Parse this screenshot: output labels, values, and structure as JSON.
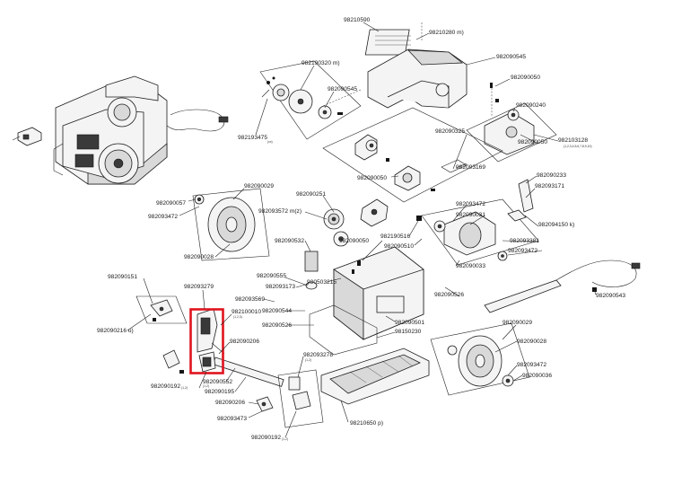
{
  "diagram": {
    "labels": {
      "l01": "98210590",
      "l02": "98210280 m)",
      "l03": "982090545",
      "l04": "982190320 m)",
      "l05": "982090545",
      "l06": "982090050",
      "l07": "982090240",
      "l08": "982193475",
      "l09": "982090325",
      "l10": "982090050",
      "l11": "982103128",
      "l12": "982093169",
      "l13": "982090233",
      "l14": "982090050",
      "l15": "982090029",
      "l16": "982090057",
      "l17": "982093472",
      "l18": "982090251",
      "l19": "982093472",
      "l20": "982093572 m(z)",
      "l21": "982090031",
      "l22": "982093171",
      "l23": "982094150 k)",
      "l24": "982190516",
      "l25": "982090510",
      "l26": "982093381",
      "l27": "982093472",
      "l28": "982090050",
      "l29": "982090532",
      "l30": "982090028",
      "l31": "982090033",
      "l32": "982090151",
      "l33": "982093279",
      "l34": "982090555",
      "l35": "982093173",
      "l36": "980503215",
      "l37": "982090526",
      "l38": "982090543",
      "l39": "982093569",
      "l40": "982100010",
      "l41": "982090544",
      "l42": "982090216 u)",
      "l43": "982090526",
      "l44": "982090501",
      "l45": "982090029",
      "l46": "98150230",
      "l47": "982090028",
      "l48": "982090206",
      "l49": "982093278",
      "l50": "982093472",
      "l51": "982090036",
      "l52": "982090192",
      "l53": "982090552",
      "l54": "982090195",
      "l55": "982090206",
      "l56": "982093473",
      "l57": "982090192",
      "l58": "98210650 p)"
    },
    "micro": {
      "m01": "(xx)",
      "m02": "(1,2,3,4,5,6,7,8,9,10)",
      "m03": "(1,2,3)",
      "m04": "(1,2)",
      "m05": "(1,2)",
      "m06": "(1,2)",
      "m07": "(1,2)"
    },
    "highlight_color": "#e0141e"
  }
}
